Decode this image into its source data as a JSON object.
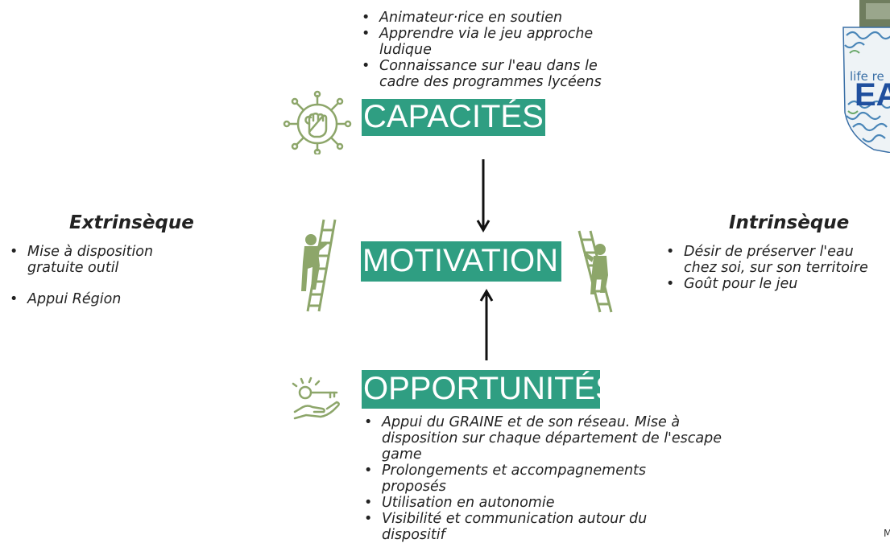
{
  "capacites": {
    "label": "CAPACITÉS",
    "bullets": [
      "Animateur·rice en soutien",
      "Apprendre via le jeu approche ludique",
      "Connaissance sur l'eau dans le cadre des programmes lycéens"
    ]
  },
  "motivation": {
    "label": "MOTIVATION"
  },
  "opportunites": {
    "label": "OPPORTUNITÉS",
    "bullets": [
      "Appui du GRAINE et de son réseau. Mise à disposition sur chaque département de l'escape game",
      "Prolongements et accompagnements proposés",
      "Utilisation en autonomie",
      "Visibilité et communication autour du dispositif"
    ]
  },
  "extrinseque": {
    "title": "Extrinsèque",
    "bullets": [
      "Mise à disposition gratuite outil",
      "Appui Région"
    ]
  },
  "intrinseque": {
    "title": "Intrinsèque",
    "bullets": [
      "Désir de préserver l'eau chez soi, sur son territoire",
      "Goût pour le jeu"
    ]
  },
  "logo": {
    "small_text": "life re",
    "big_text": "EA"
  },
  "corner": {
    "text": "M"
  },
  "colors": {
    "accent": "#2f9e82",
    "icon": "#8da66a"
  },
  "icons": [
    "fist-network-icon",
    "ladder-climber-icon",
    "key-hand-icon"
  ]
}
